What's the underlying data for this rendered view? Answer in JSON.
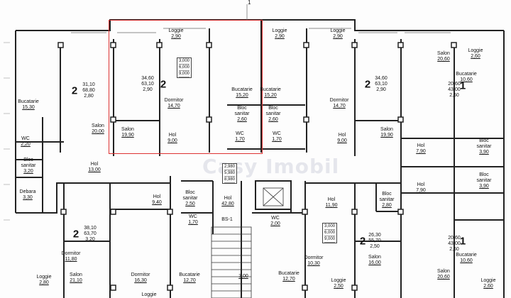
{
  "axis_label": "1",
  "watermark": "Casy Imobil",
  "highlight_color": "#d33333",
  "rooms": [
    {
      "id": "loggie-top-1",
      "name": "Loggie",
      "area": "2,90"
    },
    {
      "id": "loggie-top-2",
      "name": "Loggie",
      "area": "2,90"
    },
    {
      "id": "loggie-top-3",
      "name": "Loggie",
      "area": "2,90"
    },
    {
      "id": "loggie-tr",
      "name": "Loggie",
      "area": "2,60"
    },
    {
      "id": "salon-tr",
      "name": "Salon",
      "area": "20,60"
    },
    {
      "id": "bucatarie-tr",
      "name": "Bucatarie",
      "area": "10,60"
    },
    {
      "id": "bucatarie-l",
      "name": "Bucatarie",
      "area": "15,30"
    },
    {
      "id": "salon-l",
      "name": "Salon",
      "area": "20,00"
    },
    {
      "id": "salon-mid",
      "name": "Salon",
      "area": "19,90"
    },
    {
      "id": "hol-mid",
      "name": "Hol",
      "area": "9,00"
    },
    {
      "id": "dormitor-mid",
      "name": "Dormitor",
      "area": "14,70"
    },
    {
      "id": "bucatarie-c1",
      "name": "Bucatarie",
      "area": "15,20"
    },
    {
      "id": "bucatarie-c2",
      "name": "Bucatarie",
      "area": "15,20"
    },
    {
      "id": "bloc-c1",
      "name": "Bloc sanitar",
      "area": "2,60"
    },
    {
      "id": "bloc-c2",
      "name": "Bloc sanitar",
      "area": "2,60"
    },
    {
      "id": "wc-c1",
      "name": "WC",
      "area": "1,70"
    },
    {
      "id": "wc-c2",
      "name": "WC",
      "area": "1,70"
    },
    {
      "id": "dormitor-r",
      "name": "Dormitor",
      "area": "14,70"
    },
    {
      "id": "hol-r",
      "name": "Hol",
      "area": "9,00"
    },
    {
      "id": "salon-r",
      "name": "Salon",
      "area": "19,90"
    },
    {
      "id": "hol-rr",
      "name": "Hol",
      "area": "7,90"
    },
    {
      "id": "bloc-rr",
      "name": "Bloc sanitar",
      "area": "3,90"
    },
    {
      "id": "hol-rr2",
      "name": "Hol",
      "area": "7,90"
    },
    {
      "id": "bloc-rr2",
      "name": "Bloc sanitar",
      "area": "3,90"
    },
    {
      "id": "wc-l",
      "name": "WC",
      "area": "2,20"
    },
    {
      "id": "bloc-l",
      "name": "Bloc sanitar",
      "area": "3,20"
    },
    {
      "id": "hol-l",
      "name": "Hol",
      "area": "13,00"
    },
    {
      "id": "debara-l",
      "name": "Debara",
      "area": "3,30"
    },
    {
      "id": "hol-bl",
      "name": "Hol",
      "area": "9,40"
    },
    {
      "id": "bloc-bl",
      "name": "Bloc sanitar",
      "area": "2,50"
    },
    {
      "id": "wc-bl",
      "name": "WC",
      "area": "1,70"
    },
    {
      "id": "hol-c",
      "name": "Hol",
      "area": "42,80"
    },
    {
      "id": "wc-bc",
      "name": "WC",
      "area": "2,00"
    },
    {
      "id": "hol-br",
      "name": "Hol",
      "area": "11,90"
    },
    {
      "id": "bloc-br",
      "name": "Bloc sanitar",
      "area": "2,80"
    },
    {
      "id": "dormitor-bl",
      "name": "Dormitor",
      "area": "11,80"
    },
    {
      "id": "salon-bl",
      "name": "Salon",
      "area": "21,10"
    },
    {
      "id": "dormitor-bl2",
      "name": "Dormitor",
      "area": "16,30"
    },
    {
      "id": "bucatarie-bl",
      "name": "Bucatarie",
      "area": "12,70"
    },
    {
      "id": "loggie-bl",
      "name": "Loggie",
      "area": "2,80"
    },
    {
      "id": "dormitor-br",
      "name": "Dormitor",
      "area": "10,30"
    },
    {
      "id": "salon-br",
      "name": "Salon",
      "area": "16,00"
    },
    {
      "id": "bucatarie-br",
      "name": "Bucatarie",
      "area": "12,70"
    },
    {
      "id": "loggie-br",
      "name": "Loggie",
      "area": "2,50"
    },
    {
      "id": "salon-brr",
      "name": "Salon",
      "area": "20,60"
    },
    {
      "id": "bucatarie-brr",
      "name": "Bucatarie",
      "area": "10,60"
    },
    {
      "id": "loggie-brr",
      "name": "Loggie",
      "area": "2,60"
    }
  ],
  "stair_area": "3,00",
  "stair_label": "BS-1",
  "loggie_bottom_cut": "Loggie",
  "apartments": [
    {
      "id": "apt-l",
      "rooms": "2",
      "stats": [
        "31,10",
        "68,80",
        "2,80"
      ]
    },
    {
      "id": "apt-hl",
      "rooms": "2",
      "stats": [
        "34,60",
        "63,10",
        "2,90"
      ]
    },
    {
      "id": "apt-r",
      "rooms": "2",
      "stats": [
        "34,60",
        "63,10",
        "2,90"
      ]
    },
    {
      "id": "apt-tr",
      "rooms": "1",
      "stats": [
        "20,60",
        "43,00",
        "2,60"
      ]
    },
    {
      "id": "apt-bl",
      "rooms": "2",
      "stats": [
        "38,10",
        "63,70",
        "3,20"
      ]
    },
    {
      "id": "apt-br",
      "rooms": "2",
      "stats": [
        "26,30",
        "55,70",
        "2,50"
      ]
    },
    {
      "id": "apt-brr",
      "rooms": "1",
      "stats": [
        "20,60",
        "43,00",
        "2,60"
      ]
    }
  ],
  "boxes": [
    {
      "id": "box-1",
      "vals": [
        "3,000",
        "6,000",
        "9,000"
      ]
    },
    {
      "id": "box-2",
      "vals": [
        "2,980",
        "5,980",
        "8,980"
      ]
    },
    {
      "id": "box-3",
      "vals": [
        "3,000",
        "6,000",
        "9,000"
      ]
    }
  ]
}
